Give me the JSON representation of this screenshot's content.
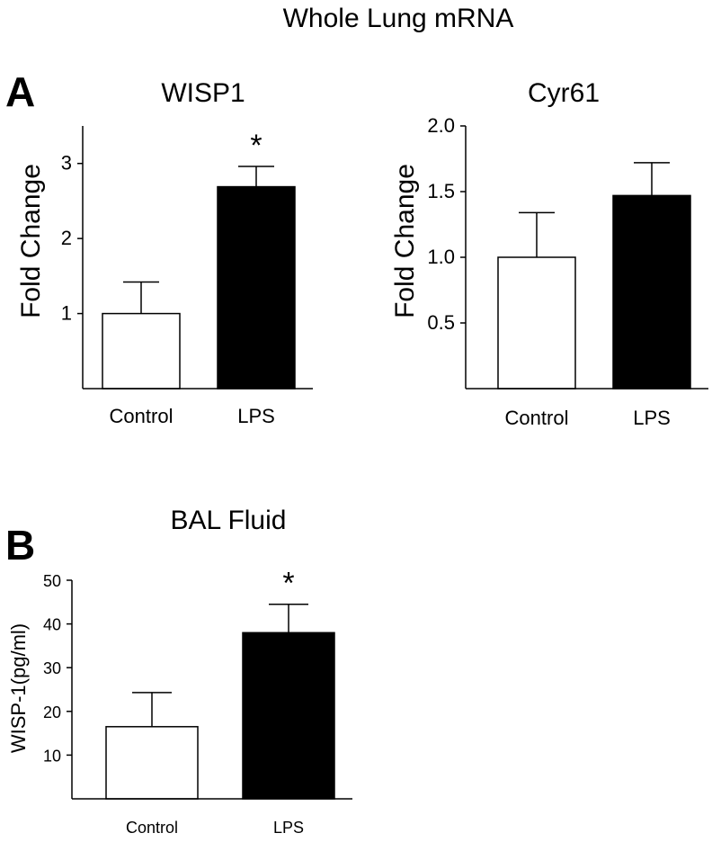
{
  "figure": {
    "title": "Whole Lung mRNA",
    "panel_labels": [
      "A",
      "B"
    ]
  },
  "chart_data": [
    {
      "type": "bar",
      "title": "WISP1",
      "xlabel": "",
      "ylabel": "Fold Change",
      "categories": [
        "Control",
        "LPS"
      ],
      "values": [
        1.0,
        2.69
      ],
      "errors": [
        0.42,
        0.27
      ],
      "annotations": [
        "",
        "*"
      ],
      "bar_colors": [
        "#ffffff",
        "#000000"
      ],
      "ylim": [
        0,
        3.5
      ],
      "yticks": [
        1,
        2,
        3
      ],
      "grid": false
    },
    {
      "type": "bar",
      "title": "Cyr61",
      "xlabel": "",
      "ylabel": "Fold Change",
      "categories": [
        "Control",
        "LPS"
      ],
      "values": [
        1.0,
        1.47
      ],
      "errors": [
        0.34,
        0.25
      ],
      "annotations": [
        "",
        ""
      ],
      "bar_colors": [
        "#ffffff",
        "#000000"
      ],
      "ylim": [
        0,
        2.0
      ],
      "yticks": [
        0.5,
        1.0,
        1.5,
        2.0
      ],
      "ytick_labels": [
        "0.5",
        "1.0",
        "1.5",
        "2.0"
      ],
      "grid": false
    },
    {
      "type": "bar",
      "title": "BAL Fluid",
      "xlabel": "",
      "ylabel": "WISP-1(pg/ml)",
      "categories": [
        "Control",
        "LPS"
      ],
      "values": [
        16.5,
        38.0
      ],
      "errors": [
        7.8,
        6.5
      ],
      "annotations": [
        "",
        "*"
      ],
      "bar_colors": [
        "#ffffff",
        "#000000"
      ],
      "ylim": [
        0,
        50
      ],
      "yticks": [
        10,
        20,
        30,
        40,
        50
      ],
      "grid": false
    }
  ]
}
